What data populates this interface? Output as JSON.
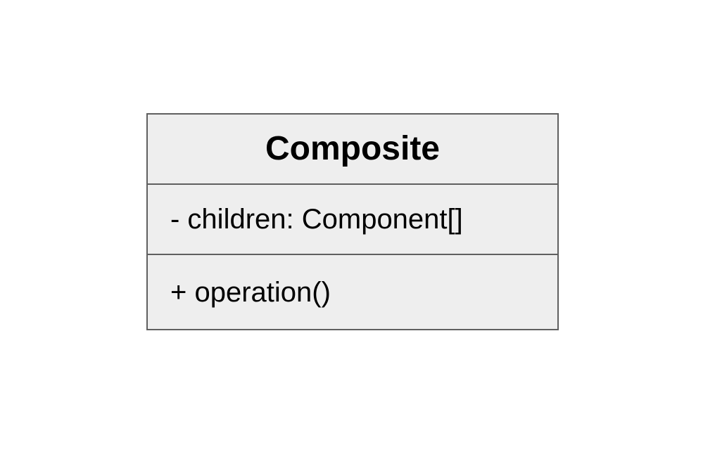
{
  "diagram": {
    "class": {
      "name": "Composite",
      "attributes": [
        "- children: Component[]"
      ],
      "operations": [
        "+ operation()"
      ]
    }
  },
  "colors": {
    "box_fill": "#eeeeee",
    "box_border": "#5f5f5f",
    "text": "#000000",
    "background": "#ffffff"
  }
}
